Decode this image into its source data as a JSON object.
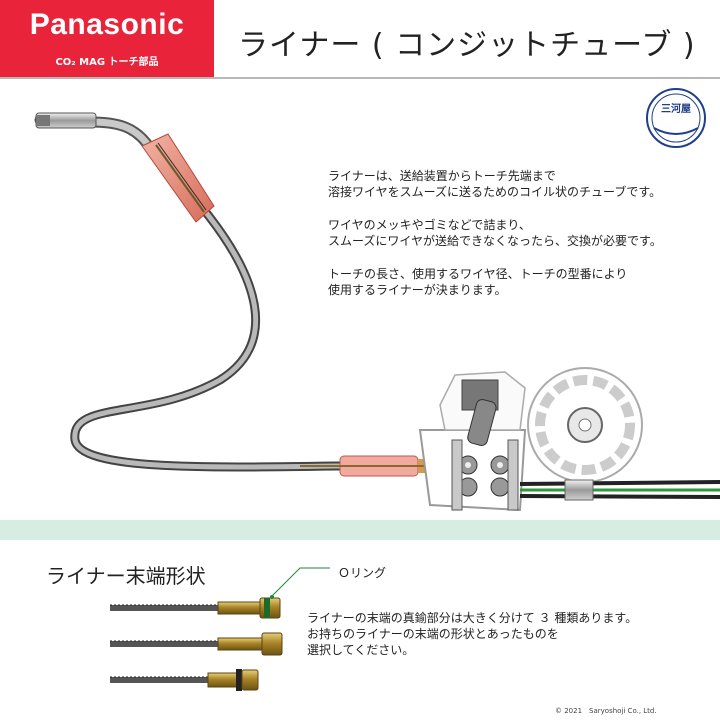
{
  "header": {
    "brand": "Panasonic",
    "brand_sub": "CO₂ MAG トーチ部品",
    "title": "ライナー ( コンジットチューブ )",
    "colors": {
      "brand_red": "#e8233a",
      "divider": "#b8b8b8"
    }
  },
  "logo": {
    "icon": "company-seal-icon",
    "text": "三河屋"
  },
  "description": {
    "p1_l1": "ライナーは、送給装置からトーチ先端まで",
    "p1_l2": "溶接ワイヤをスムーズに送るためのコイル状のチューブです。",
    "p2_l1": "ワイヤのメッキやゴミなどで詰まり、",
    "p2_l2": "スムーズにワイヤが送給できなくなったら、交換が必要です。",
    "p3_l1": "トーチの長さ、使用するワイヤ径、トーチの型番により",
    "p3_l2": "使用するライナーが決まります。"
  },
  "illustration": {
    "icon": "welding-torch-with-wire-feeder-illustration",
    "band_color": "#d6ede3"
  },
  "liner_end": {
    "title": "ライナー末端形状",
    "oring_label": "Ｏリング",
    "desc_l1": "ライナーの末端の真鍮部分は大きく分けて ３ 種類あります。",
    "desc_l2": "お持ちのライナーの末端の形状とあったものを",
    "desc_l3": "選択してください。",
    "icons": [
      "liner-end-type-1-icon",
      "liner-end-type-2-icon",
      "liner-end-type-3-icon"
    ]
  },
  "footer": {
    "copyright": "© 2021　Saryoshoji Co., Ltd."
  }
}
